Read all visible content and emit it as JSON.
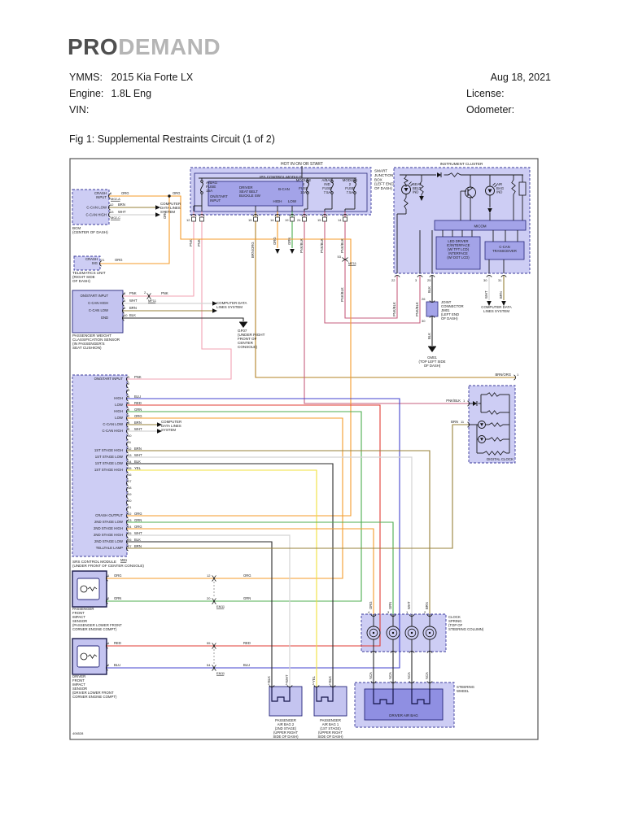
{
  "header": {
    "logo_pro": "PRO",
    "logo_demand": "DEMAND",
    "ymms_label": "YMMS:",
    "ymms_value": "2015 Kia Forte LX",
    "engine_label": "Engine:",
    "engine_value": "1.8L Eng",
    "vin_label": "VIN:",
    "date": "Aug 18, 2021",
    "license_label": "License:",
    "odometer_label": "Odometer:"
  },
  "figure_title": "Fig 1: Supplemental Restraints Circuit (1 of 2)",
  "colors": {
    "PNK": "#f2a3b3",
    "PNKBLK": "#c65f7f",
    "ORG": "#f49b2a",
    "BRN": "#97803a",
    "BRNORG": "#b38326",
    "GRN": "#4cae4f",
    "RED": "#e23e36",
    "BLU": "#4343cf",
    "WHT": "#d4d4d4",
    "YEL": "#f0e13b",
    "BLK": "#2a2a2a",
    "NCA": "#2a2a2a",
    "box_fill": "#cdcdf4",
    "box_fill_solid": "#c4c4f0",
    "box_fill_dark": "#a3a3e8",
    "box_fill_darker": "#8f8fe2",
    "box_stroke": "#3a3a9a",
    "line": "#1a1a1a"
  },
  "texts": {
    "hot": "HOT IN ON OR START",
    "sjb": "SMART\nJUNCTION\nBOX\n(LEFT END\nOF DASH)",
    "ips": "IPS CONTROL MODULE",
    "fuse1": "A/BAG\nFUSE\n15A",
    "fuse2": "MODULE\n4\nFUSE\n10A",
    "fuse3": "A/BAG\nIND\nFUSE\n7.5A",
    "fuse4": "MODULE\n2\nFUSE\n7.5A",
    "onstart": "ON/START\nINPUT",
    "buckle": "DRIVER\nSEAT BELT\nBUCKLE SW",
    "bcan": "B-CAN",
    "high": "HIGH",
    "low": "LOW",
    "cluster": "INSTRUMENT CLUSTER",
    "seatbelt_ind": "SEAT\nBELT\nIND",
    "airbag_ind": "AIR\nBAG\nIND",
    "micom": "MICOM",
    "leddrv": "LED DRIVER\nIC/INTERFACE\n(W/ TFT LCD)\nINTERFACE\n(W/ DOT LCD)",
    "ccantx": "C-CAN\nTRANSCEIVER",
    "bcm": "BCM\n(CENTER OF DASH)",
    "crash_input": "CRASH\nINPUT",
    "ccan_low": "C-CAN LOW",
    "ccan_high": "C-CAN HIGH",
    "m02a": "M02-A",
    "m02c": "M02-C",
    "cdl3": "COMPUTER\nDATA LINES\nSYSTEM",
    "cdl2": "COMPUTER DATA\nLINES SYSTEM",
    "telem": "TELEMATICS UNIT\n(RIGHT SIDE\nOF DASH)",
    "crash_sig": "CRASH\nSIG",
    "pwcs": "PASSENGER WEIGHT\nCLASSIFICATION SENSOR\n(IN PASSENGER'S\nSEAT CUSHION)",
    "onstart_input": "ON/START INPUT",
    "gnd": "GND",
    "gf07": "GF07\n(UNDER RIGHT\nFRONT OF\nCENTER\nCONSOLE)",
    "mf11": "MF11",
    "em11": "EM11",
    "srs": "SRS CONTROL MODULE\n(UNDER FRONT OF CENTER CONSOLE)",
    "m61": "M61",
    "jm01": "JOINT\nCONNECTOR\nJM01\n(LEFT END\nOF DASH)",
    "gm01": "GM01\n(TOP LEFT SIDE\nOF DASH)",
    "dclock": "DIGITAL CLOCK",
    "cspring": "CLOCK\nSPRING\n(TOP OF\nSTEERING COLUMN)",
    "swheel": "STEERING\nWHEEL",
    "dab": "DRIVER AIR BAG",
    "pab2": "PASSENGER\nAIR BAG 2\n(2ND STAGE)\n(UPPER RIGHT\nSIDE OF DASH)",
    "pab1": "PASSENGER\nAIR BAG 1\n(1ST STAGE)\n(UPPER RIGHT\nSIDE OF DASH)",
    "pfis": "PASSENGER\nFRONT\nIMPACT\nSENSOR\n(PASSENGER LOWER FRONT\nCORNER ENGINE COMPT)",
    "dfis": "DRIVER\nFRONT\nIMPACT\nSENSOR\n(DRIVER LOWER FRONT\nCORNER ENGINE COMPT)",
    "docnum": "406528",
    "PNK": "PNK",
    "PNKBLK": "PNK/BLK",
    "ORG": "ORG",
    "BRN": "BRN",
    "BRNORG": "BRN/ORG",
    "GRN": "GRN",
    "RED": "RED",
    "BLU": "BLU",
    "WHT": "WHT",
    "YEL": "YEL",
    "BLK": "BLK",
    "NCA": "NCA"
  },
  "nums": {
    "1": "1",
    "2": "2",
    "3": "3",
    "4": "4",
    "5": "5",
    "6": "6",
    "7": "7",
    "8": "8",
    "9": "9",
    "10": "10",
    "11": "11",
    "12": "12",
    "13": "13",
    "14": "14",
    "15": "15",
    "16": "16",
    "17": "17",
    "18": "18",
    "19": "19",
    "20": "20",
    "21": "21",
    "22": "22",
    "23": "23",
    "24": "24",
    "25": "25",
    "26": "26",
    "27": "27",
    "30": "30",
    "31": "31",
    "53": "53",
    "54": "54",
    "55": "55"
  },
  "srs_pins": [
    {
      "n": "1",
      "label": "ON/START INPUT",
      "color": "PNK"
    },
    {
      "n": "2"
    },
    {
      "n": "3"
    },
    {
      "n": "4",
      "label": "HIGH",
      "color": "BLU"
    },
    {
      "n": "5",
      "label": "LOW",
      "color": "RED"
    },
    {
      "n": "6",
      "label": "HIGH",
      "color": "GRN"
    },
    {
      "n": "7",
      "label": "LOW",
      "color": "ORG"
    },
    {
      "n": "8",
      "label": "C-CAN LOW",
      "color": "BRN"
    },
    {
      "n": "9",
      "label": "C-CAN HIGH",
      "color": "WHT"
    },
    {
      "n": "10"
    },
    {
      "n": "11"
    },
    {
      "n": "12",
      "label": "1ST STAGE HIGH",
      "color": "BRN"
    },
    {
      "n": "13",
      "label": "1ST STAGE LOW",
      "color": "WHT"
    },
    {
      "n": "14",
      "label": "1ST STAGE LOW",
      "color": "BLK"
    },
    {
      "n": "15",
      "label": "1ST STAGE HIGH",
      "color": "YEL"
    },
    {
      "n": "16"
    },
    {
      "n": "17"
    },
    {
      "n": "18"
    },
    {
      "n": "19"
    },
    {
      "n": "20"
    },
    {
      "n": "21"
    },
    {
      "n": "22",
      "label": "CRASH OUTPUT",
      "color": "ORG"
    },
    {
      "n": "23",
      "label": "2ND STAGE LOW",
      "color": "GRN"
    },
    {
      "n": "24",
      "label": "2ND STAGE HIGH",
      "color": "ORG"
    },
    {
      "n": "25",
      "label": "2ND STAGE HIGH",
      "color": "WHT"
    },
    {
      "n": "26",
      "label": "2ND STAGE LOW",
      "color": "BLK"
    },
    {
      "n": "27",
      "label": "TELLTALE LAMP",
      "color": "BRN"
    }
  ]
}
